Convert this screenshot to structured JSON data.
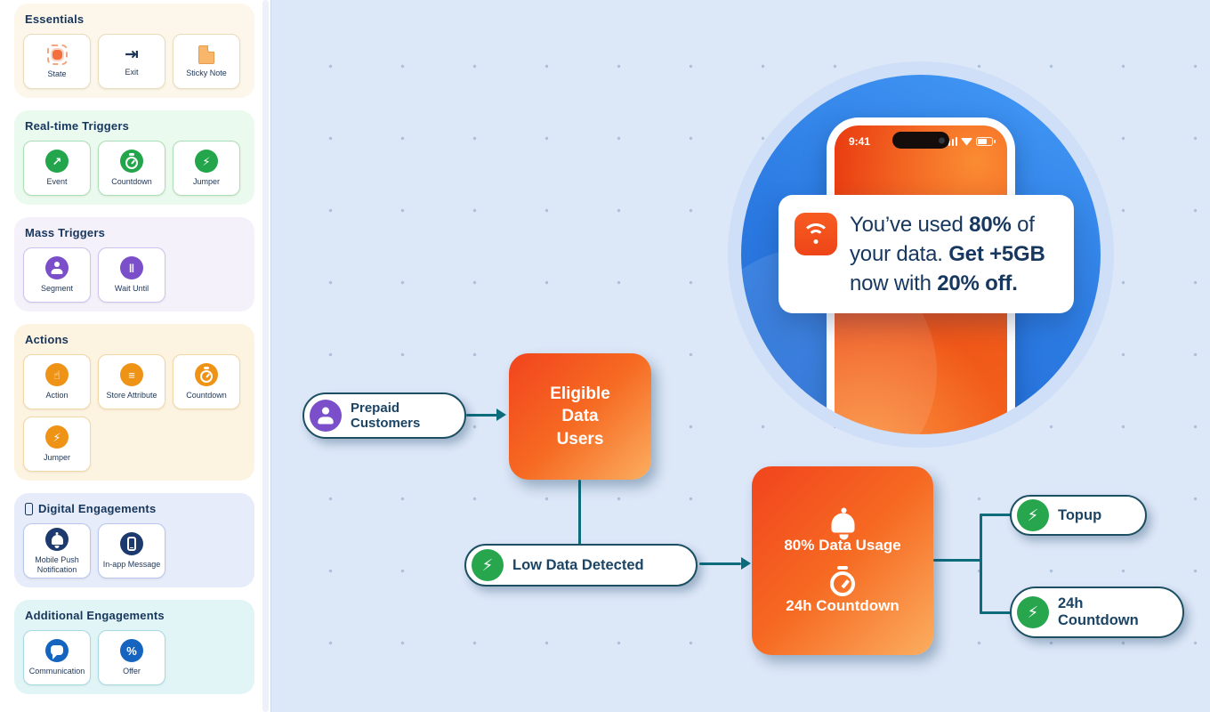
{
  "colors": {
    "canvas_bg": "#dce7f8",
    "connector_teal": "#0c6c7c",
    "node_orange_start": "#f2481e",
    "node_orange_end": "#fbae60",
    "pill_border": "#1d4f63",
    "circle_blue": "#2b7ae2",
    "accent_orange": "#f4511f",
    "navy": "#17375f",
    "green": "#27a64e",
    "purple": "#7a4fc9"
  },
  "sidebar": {
    "sections": [
      {
        "id": "essentials",
        "title": "Essentials",
        "bg": "#fcf7ea",
        "item_border": "#eadcbc",
        "accent": "#e8862b",
        "items": [
          {
            "label": "State",
            "icon": "state-icon",
            "type": "state"
          },
          {
            "label": "Exit",
            "icon": "exit-icon",
            "type": "plain",
            "glyph": "⇥"
          },
          {
            "label": "Sticky Note",
            "icon": "sticky-note-icon",
            "type": "note"
          }
        ]
      },
      {
        "id": "real-time-triggers",
        "title": "Real-time Triggers",
        "bg": "#ebfaee",
        "item_border": "#abe0b6",
        "accent": "#22a54b",
        "items": [
          {
            "label": "Event",
            "icon": "event-icon",
            "type": "glyph",
            "glyph": "↗"
          },
          {
            "label": "Countdown",
            "icon": "countdown-icon",
            "type": "stopwatch"
          },
          {
            "label": "Jumper",
            "icon": "jumper-icon",
            "type": "glyph",
            "glyph": "⚡"
          }
        ]
      },
      {
        "id": "mass-triggers",
        "title": "Mass Triggers",
        "bg": "#f4f1fb",
        "item_border": "#cfc2ee",
        "accent": "#7a4fc9",
        "items": [
          {
            "label": "Segment",
            "icon": "segment-icon",
            "type": "person"
          },
          {
            "label": "Wait Until",
            "icon": "wait-until-icon",
            "type": "glyph",
            "glyph": "‖"
          }
        ]
      },
      {
        "id": "actions",
        "title": "Actions",
        "bg": "#fdf3e1",
        "item_border": "#f2d8a6",
        "accent": "#ee9316",
        "items": [
          {
            "label": "Action",
            "icon": "action-icon",
            "type": "glyph",
            "glyph": "☝"
          },
          {
            "label": "Store Attribute",
            "icon": "store-attribute-icon",
            "type": "glyph",
            "glyph": "≡"
          },
          {
            "label": "Countdown",
            "icon": "countdown-icon",
            "type": "stopwatch"
          },
          {
            "label": "Jumper",
            "icon": "jumper-icon",
            "type": "glyph",
            "glyph": "⚡"
          }
        ]
      },
      {
        "id": "digital-engagements",
        "title": "Digital Engagements",
        "title_icon": "phone",
        "bg": "#e7ecfa",
        "item_border": "#b7c7ee",
        "accent": "#1d3a6e",
        "items": [
          {
            "label": "Mobile Push Notification",
            "icon": "mobile-push-notification-icon",
            "type": "bell"
          },
          {
            "label": "In-app Message",
            "icon": "in-app-message-icon",
            "type": "phone"
          }
        ]
      },
      {
        "id": "additional-engagements",
        "title": "Additional Engagements",
        "bg": "#e1f5f7",
        "item_border": "#a9dae3",
        "accent": "#1565c0",
        "items": [
          {
            "label": "Communication",
            "icon": "communication-icon",
            "type": "bubble"
          },
          {
            "label": "Offer",
            "icon": "offer-icon",
            "type": "glyph",
            "glyph": "%"
          }
        ]
      }
    ]
  },
  "canvas": {
    "phone": {
      "status_time": "9:41"
    },
    "notification": {
      "l1_pre": "You’ve used ",
      "l1_bold": "80%",
      "l1_post": " of",
      "l2_pre": "your data. ",
      "l2_bold": "Get +5GB",
      "l2_post": "",
      "l3_pre": "now with ",
      "l3_bold": "20% off.",
      "l3_post": ""
    },
    "nodes": {
      "prepaid": {
        "label": "Prepaid Customers"
      },
      "eligible": {
        "l1": "Eligible",
        "l2": "Data",
        "l3": "Users"
      },
      "low_data": {
        "label": "Low Data Detected"
      },
      "usage": {
        "top": "80% Data Usage",
        "bottom": "24h Countdown"
      },
      "topup": {
        "label": "Topup"
      },
      "countdown": {
        "label": "24h Countdown"
      }
    }
  }
}
